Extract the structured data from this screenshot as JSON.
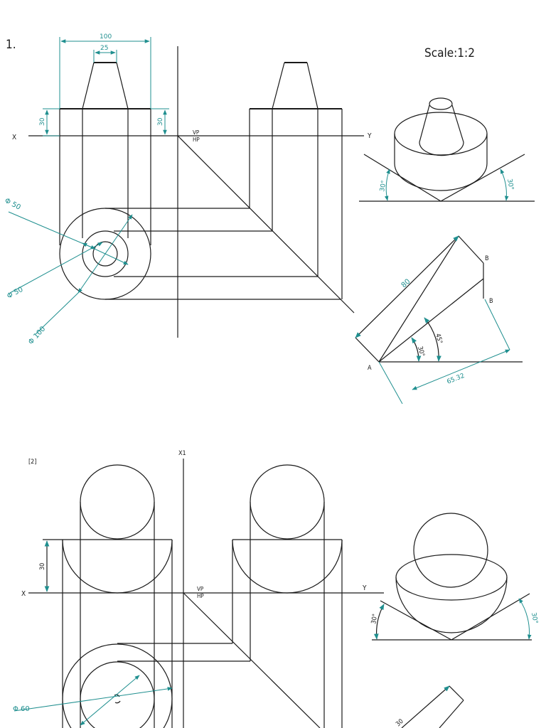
{
  "problem1": {
    "number": "1.",
    "scale": "Scale:1:2",
    "dims": {
      "top_width": "100",
      "cone_top": "25",
      "left_height": "30",
      "right_height": "30",
      "phi50a": "Φ 50",
      "phi50b": "Φ 50",
      "phi100": "Φ 100"
    },
    "labels": {
      "x": "X",
      "y": "Y",
      "vp": "VP",
      "hp": "HP"
    },
    "iso_angles": {
      "left": "30°",
      "right": "30°"
    },
    "line_construction": {
      "true_length": "80",
      "projected": "65.32",
      "angle_true": "45°",
      "angle_apparent": "30°",
      "point_a": "A",
      "point_b1": "B",
      "point_b2": "B"
    }
  },
  "problem2": {
    "number": "[2]",
    "x1": "X1",
    "dims": {
      "height": "30",
      "phi60": "Φ 60",
      "partial": "30"
    },
    "labels": {
      "x": "X",
      "y": "Y",
      "vp": "VP",
      "hp": "HP"
    },
    "iso_angles": {
      "left": "30°",
      "right": "30°"
    }
  },
  "colors": {
    "line": "#1a1a1a",
    "dimension": "#1f8f8f"
  }
}
